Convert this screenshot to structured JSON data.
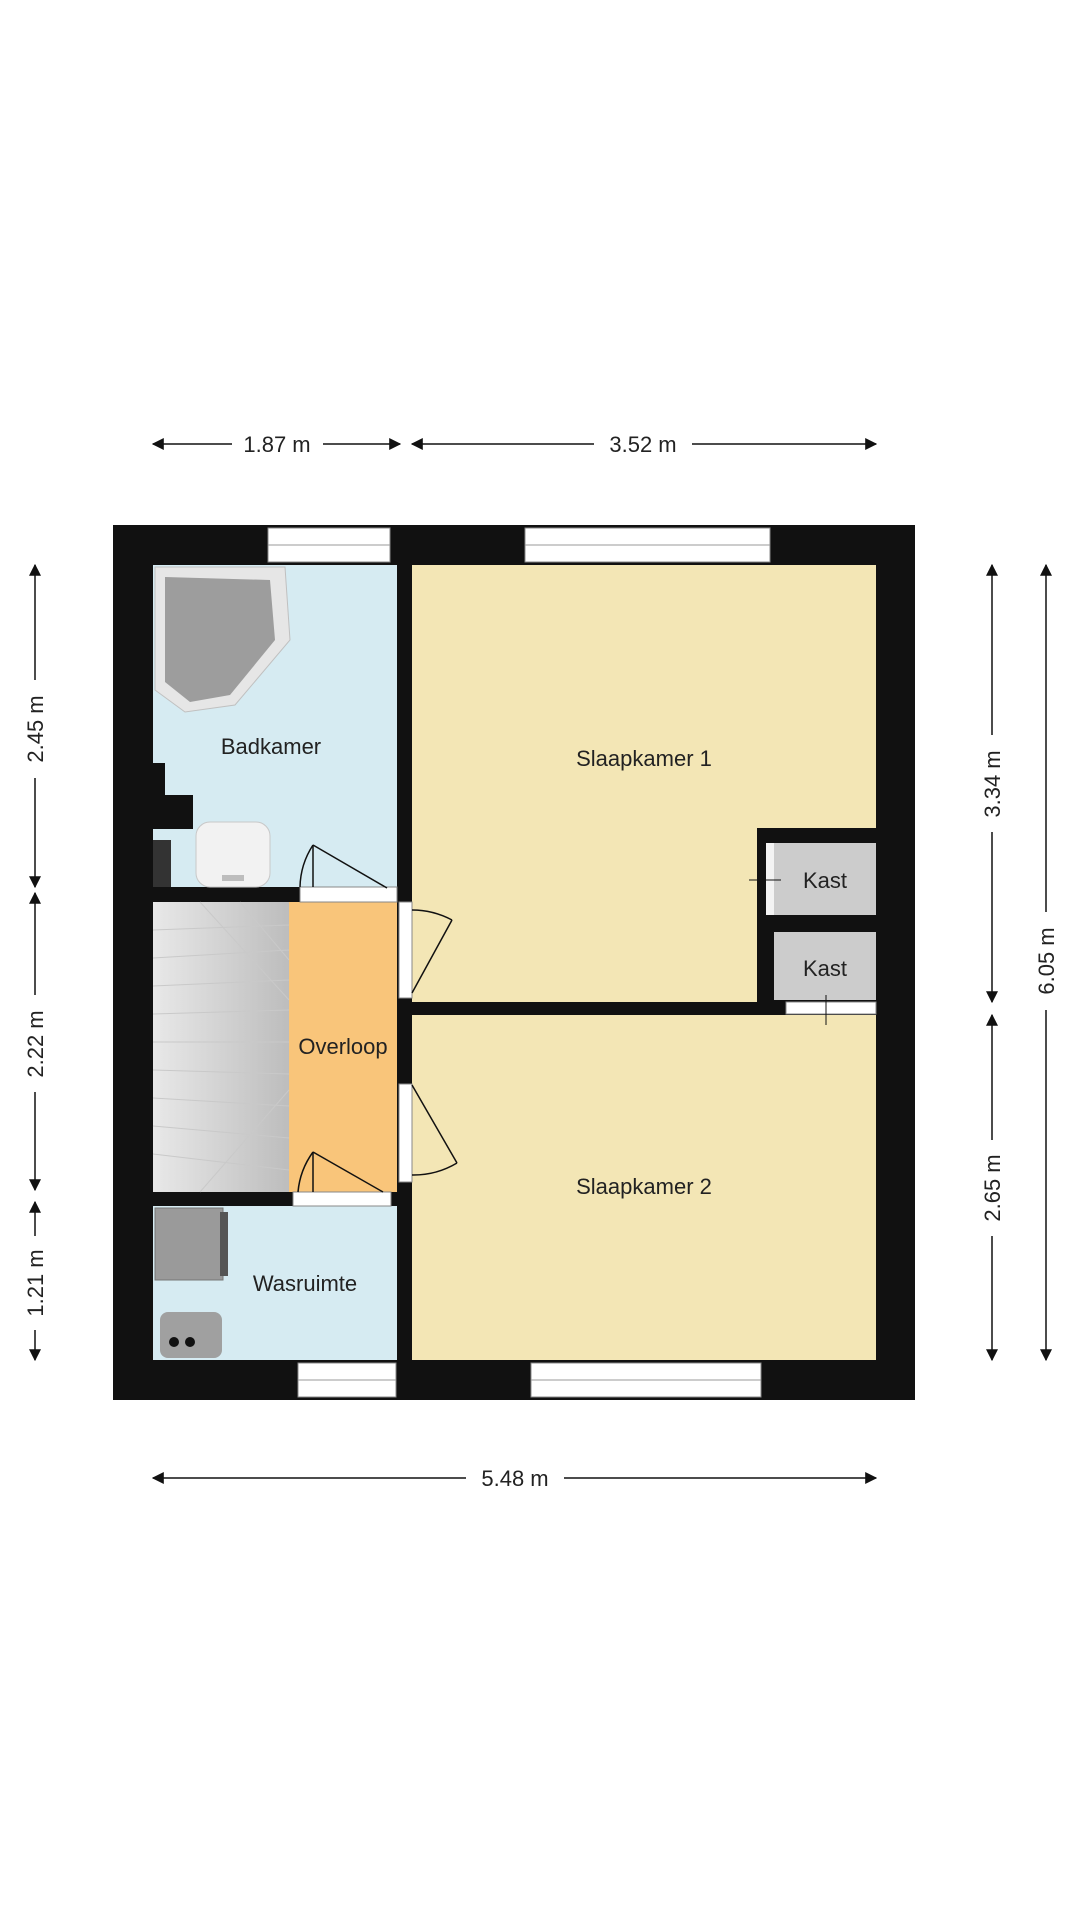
{
  "colors": {
    "wall": "#111111",
    "bathroom": "#d6ebf2",
    "bedroom": "#f3e6b5",
    "hallway": "#f9c57a",
    "closet": "#cccccc",
    "stairs": "#d9d9d9"
  },
  "rooms": {
    "badkamer": "Badkamer",
    "slaapkamer1": "Slaapkamer 1",
    "slaapkamer2": "Slaapkamer 2",
    "overloop": "Overloop",
    "wasruimte": "Wasruimte",
    "kast1": "Kast",
    "kast2": "Kast"
  },
  "dimensions": {
    "top_left": "1.87 m",
    "top_right": "3.52 m",
    "bottom_total": "5.48 m",
    "left_1": "2.45 m",
    "left_2": "2.22 m",
    "left_3": "1.21 m",
    "right_1": "3.34 m",
    "right_2": "2.65 m",
    "right_total": "6.05 m"
  },
  "icons": [
    "corner-bathtub-icon",
    "toilet-icon",
    "staircase-icon",
    "washing-machine-icon",
    "sink-icon",
    "door-swing-icon",
    "window-icon"
  ]
}
